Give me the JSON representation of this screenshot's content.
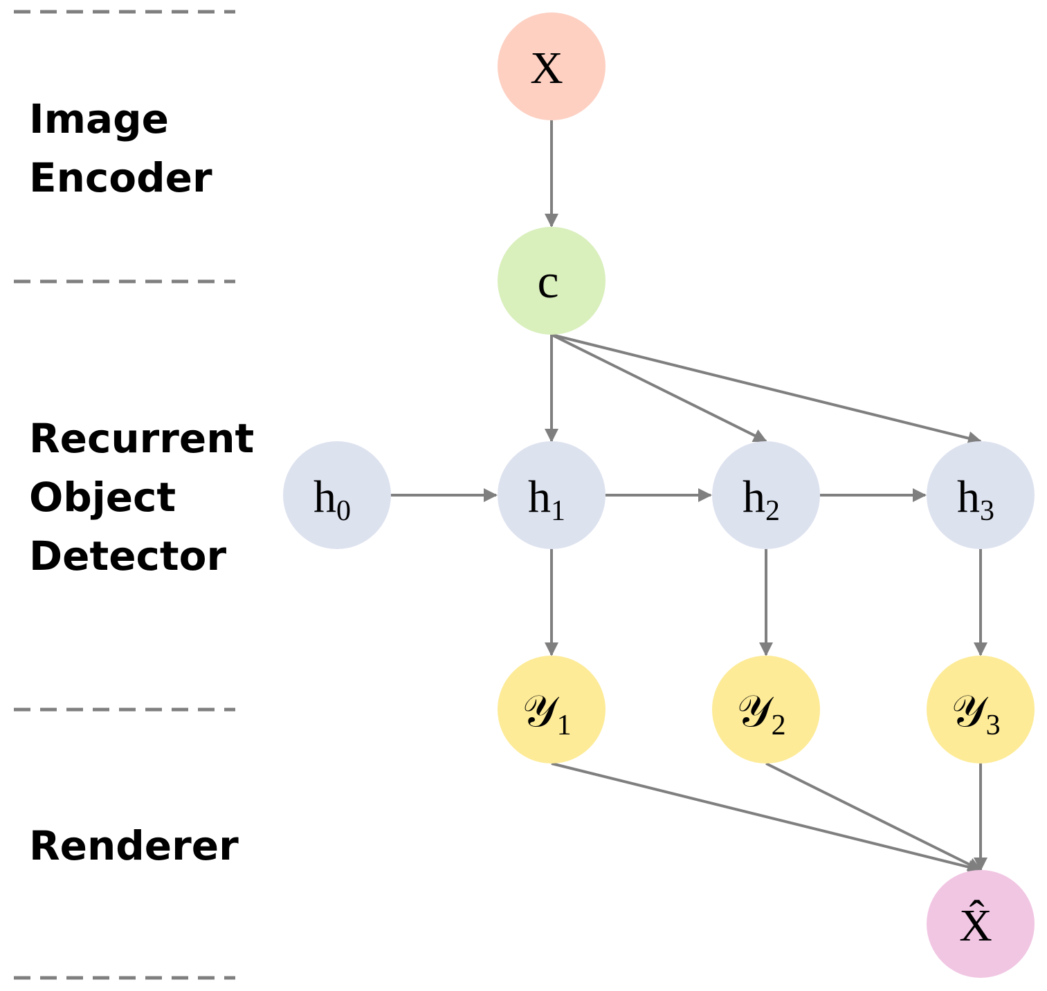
{
  "sections": {
    "image_encoder": "Image\nEncoder",
    "recurrent_object_detector": "Recurrent\nObject\nDetector",
    "renderer": "Renderer"
  },
  "nodes": {
    "x": {
      "symbol": "X",
      "subscript": "",
      "color": "#FDD0C2"
    },
    "c": {
      "symbol": "c",
      "subscript": "",
      "color": "#D9EFBC"
    },
    "h0": {
      "symbol": "h",
      "subscript": "0",
      "color": "#DDE2EF"
    },
    "h1": {
      "symbol": "h",
      "subscript": "1",
      "color": "#DDE2EF"
    },
    "h2": {
      "symbol": "h",
      "subscript": "2",
      "color": "#DDE2EF"
    },
    "h3": {
      "symbol": "h",
      "subscript": "3",
      "color": "#DDE2EF"
    },
    "y1": {
      "symbol": "𝒴",
      "subscript": "1",
      "color": "#FDEB97"
    },
    "y2": {
      "symbol": "𝒴",
      "subscript": "2",
      "color": "#FDEB97"
    },
    "y3": {
      "symbol": "𝒴",
      "subscript": "3",
      "color": "#FDEB97"
    },
    "xhat": {
      "symbol": "X̂",
      "subscript": "",
      "color": "#F1C6E3"
    }
  },
  "colors": {
    "arrow": "#7F7F7F",
    "divider": "#7F7F7F"
  }
}
